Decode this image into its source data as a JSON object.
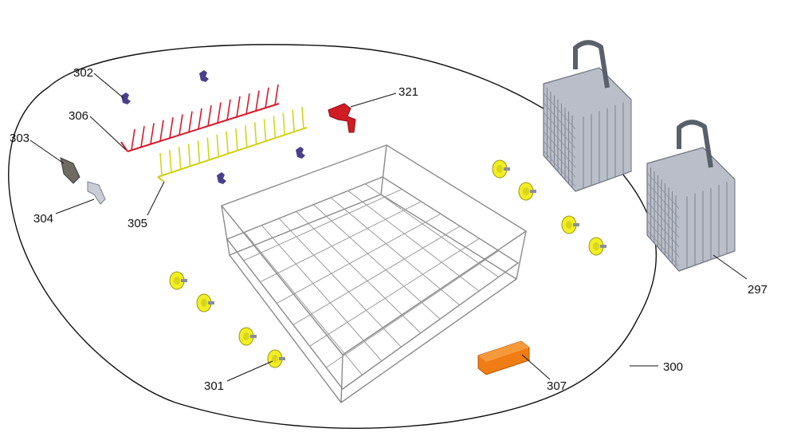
{
  "callouts": {
    "c297": "297",
    "c300": "300",
    "c301": "301",
    "c302": "302",
    "c303": "303",
    "c304": "304",
    "c305": "305",
    "c306": "306",
    "c307": "307",
    "c321": "321"
  },
  "colors": {
    "tine_rack_red": "#d8182a",
    "tine_rack_yellow": "#d4d418",
    "wheel_yellow": "#f2ee24",
    "wheel_axle": "#8a8f98",
    "clip_purple": "#4a3f8c",
    "handle_red": "#d01c24",
    "orange_part": "#ef7d14",
    "rack_wire": "#8a8a8a",
    "basket_grey": "#8d93a0",
    "outline": "#111111"
  },
  "icons": [
    "wheel-icon",
    "clip-icon",
    "basket-icon",
    "handle-icon",
    "rack-icon"
  ]
}
